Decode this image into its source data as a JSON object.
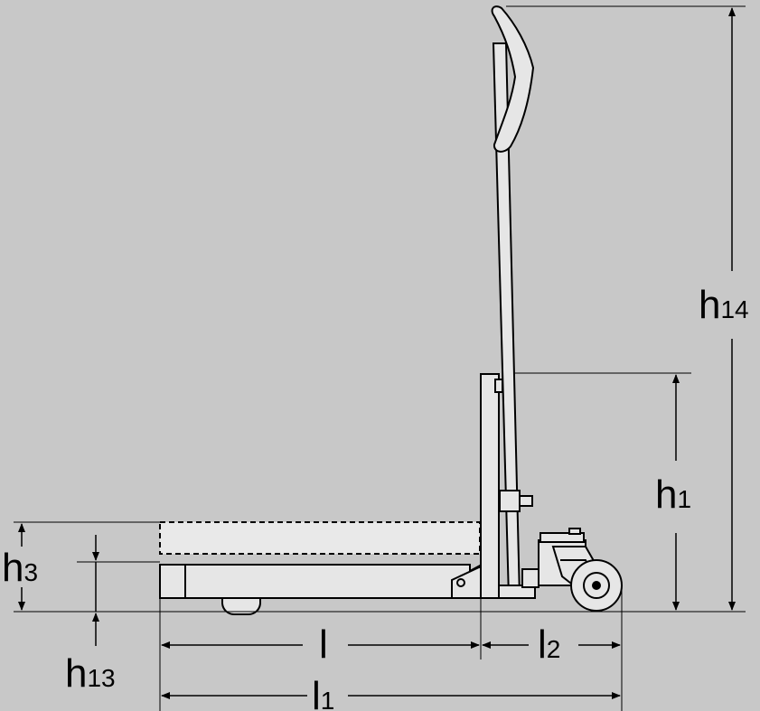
{
  "dimensions": {
    "h14": {
      "main": "h",
      "sub": "14"
    },
    "h1": {
      "main": "h",
      "sub": "1"
    },
    "h3": {
      "main": "h",
      "sub": "3"
    },
    "h13": {
      "main": "h",
      "sub": "13"
    },
    "l": {
      "main": "l",
      "sub": ""
    },
    "l2": {
      "main": "l",
      "sub": "2"
    },
    "l1": {
      "main": "l",
      "sub": "1"
    }
  },
  "colors": {
    "background": "#c8c8c8",
    "line": "#000000",
    "body_fill": "#e6e6e6"
  }
}
